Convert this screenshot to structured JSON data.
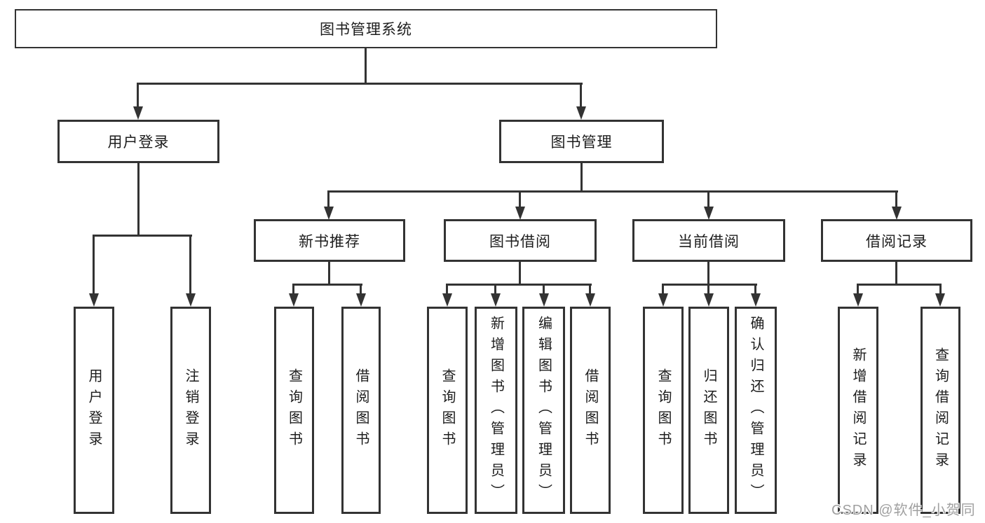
{
  "colors": {
    "line": "#333333",
    "text": "#1d1d1d",
    "watermark_gray": "#a0a0a0",
    "background": "#ffffff"
  },
  "watermark": {
    "text": "CSDN @软件_小贺同学"
  },
  "tree": {
    "root": {
      "label": "图书管理系统"
    },
    "branches": [
      {
        "label": "用户登录",
        "children": [
          {
            "label": "用户登录"
          },
          {
            "label": "注销登录"
          }
        ]
      },
      {
        "label": "图书管理",
        "sections": [
          {
            "label": "新书推荐",
            "children": [
              {
                "label": "查询图书"
              },
              {
                "label": "借阅图书"
              }
            ]
          },
          {
            "label": "图书借阅",
            "children": [
              {
                "label": "查询图书"
              },
              {
                "label": "新增图书（管理员）"
              },
              {
                "label": "编辑图书（管理员）"
              },
              {
                "label": "借阅图书"
              }
            ]
          },
          {
            "label": "当前借阅",
            "children": [
              {
                "label": "查询图书"
              },
              {
                "label": "归还图书"
              },
              {
                "label": "确认归还（管理员）"
              }
            ]
          },
          {
            "label": "借阅记录",
            "children": [
              {
                "label": "新增借阅记录"
              },
              {
                "label": "查询借阅记录"
              }
            ]
          }
        ]
      }
    ]
  }
}
